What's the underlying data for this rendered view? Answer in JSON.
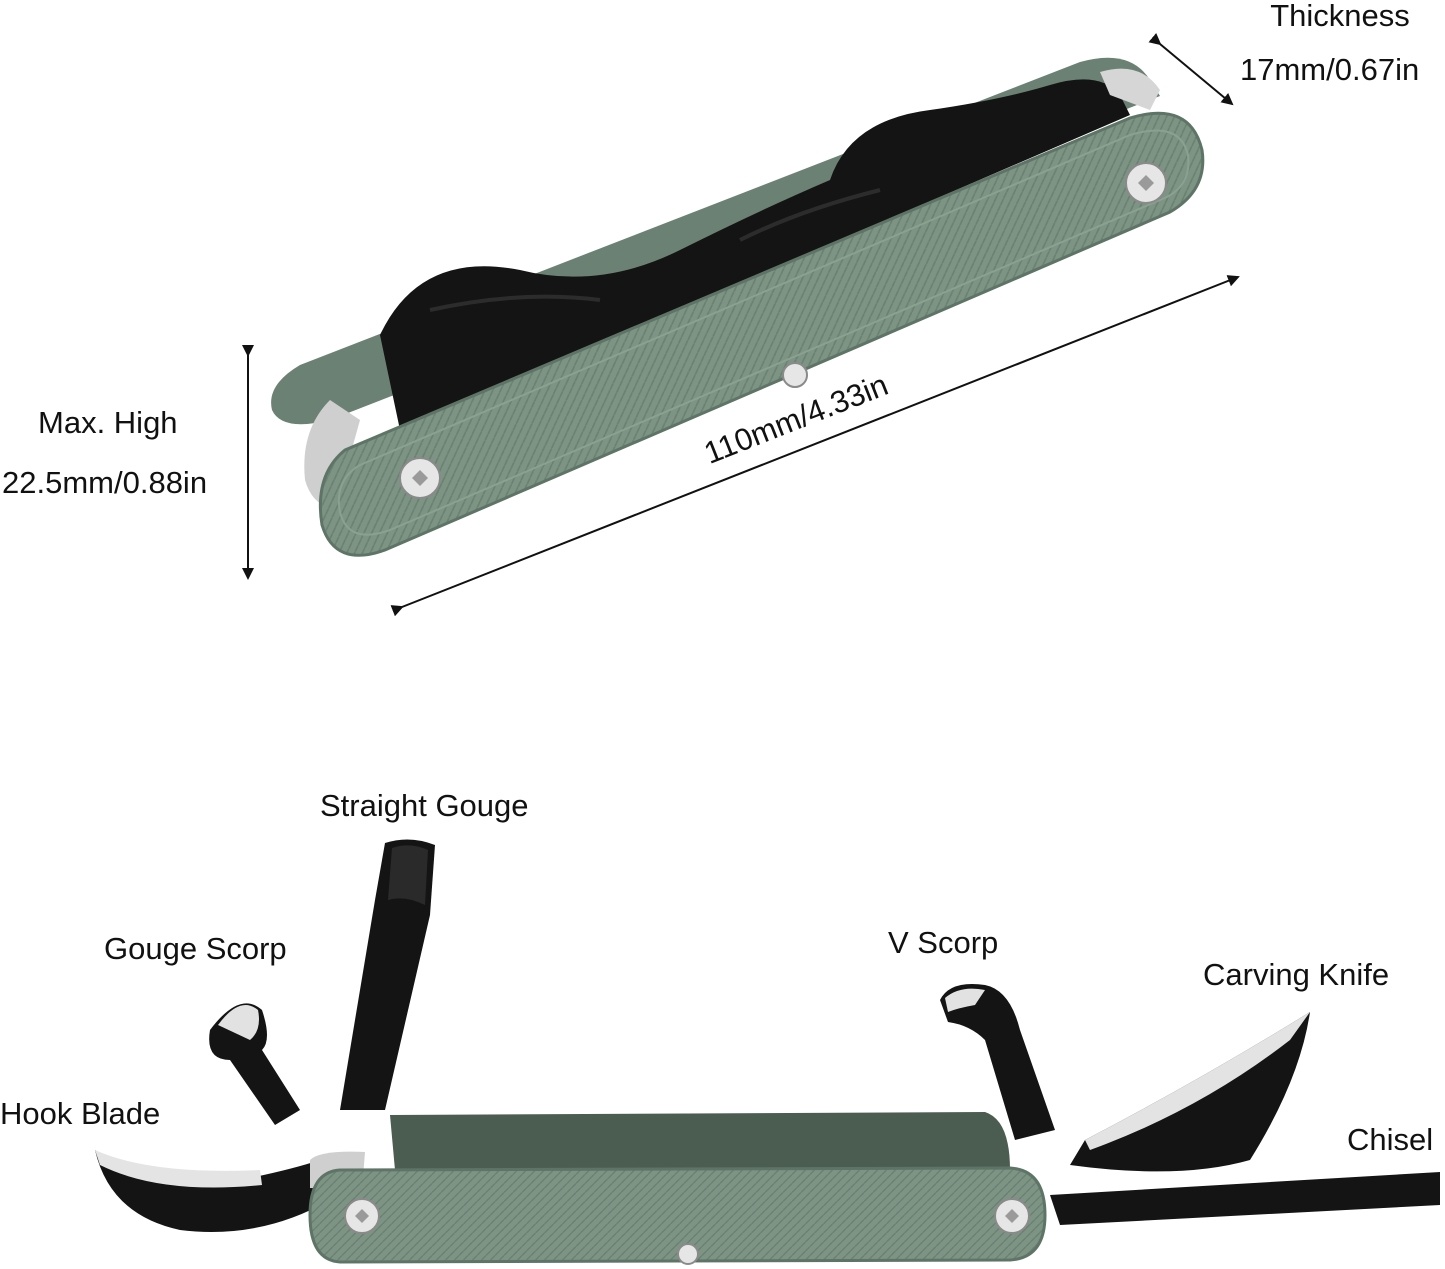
{
  "dimensions": {
    "thickness": {
      "label": "Thickness",
      "value": "17mm/0.67in"
    },
    "max_high": {
      "label": "Max. High",
      "value": "22.5mm/0.88in"
    },
    "length": {
      "value": "110mm/4.33in"
    }
  },
  "tools": {
    "straight_gouge": "Straight Gouge",
    "gouge_scorp": "Gouge Scorp",
    "v_scorp": "V Scorp",
    "carving_knife": "Carving Knife",
    "hook_blade": "Hook Blade",
    "chisel": "Chisel"
  },
  "colors": {
    "handle": "#7d9384",
    "handle_dark": "#5e7466",
    "blade_black": "#141414",
    "steel": "#d9d9d9"
  }
}
